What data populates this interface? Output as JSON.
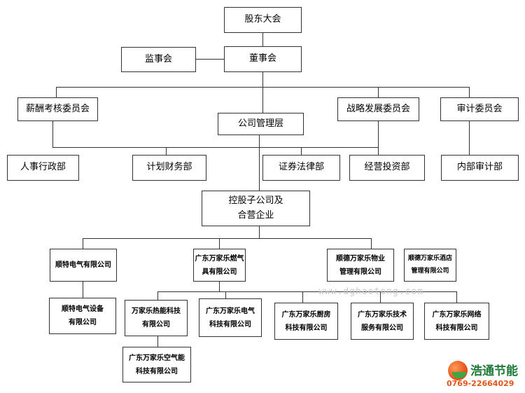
{
  "nodes": {
    "gudong": "股东大会",
    "jianshi": "监事会",
    "dongshi": "董事会",
    "xinchou": "薪酬考核委员会",
    "guanli": "公司管理层",
    "zhanlue": "战略发展委员会",
    "shenji": "审计委员会",
    "renshi": "人事行政部",
    "caiwu": "计划财务部",
    "zhengquan": "证券法律部",
    "jingying": "经营投资部",
    "neibu": "内部审计部",
    "konggu": "控股子公司及\n合营企业",
    "shunte_dq": "顺特电气有限公司",
    "ranqi": "广东万家乐燃气\n具有限公司",
    "shunde_wuye": "顺德万家乐物业\n管理有限公司",
    "shunde_jiudian": "顺德万家乐酒店\n管理有限公司",
    "shunte_sb": "顺特电气设备\n有限公司",
    "reneng": "万家乐热能科技\n有限公司",
    "dianqi": "广东万家乐电气\n科技有限公司",
    "chufang": "广东万家乐厨房\n科技有限公司",
    "jishu": "广东万家乐技术\n服务有限公司",
    "wangluo": "广东万家乐网络\n科技有限公司",
    "kongqi": "广东万家乐空气能\n科技有限公司"
  },
  "watermark": "www.dghaotong.com",
  "logo": {
    "name": "浩通节能",
    "phone": "0769-22664029",
    "colors": {
      "orange": "#e8541c",
      "green": "#3aa845"
    }
  },
  "colors": {
    "line": "#333333",
    "box_border": "#333333"
  }
}
